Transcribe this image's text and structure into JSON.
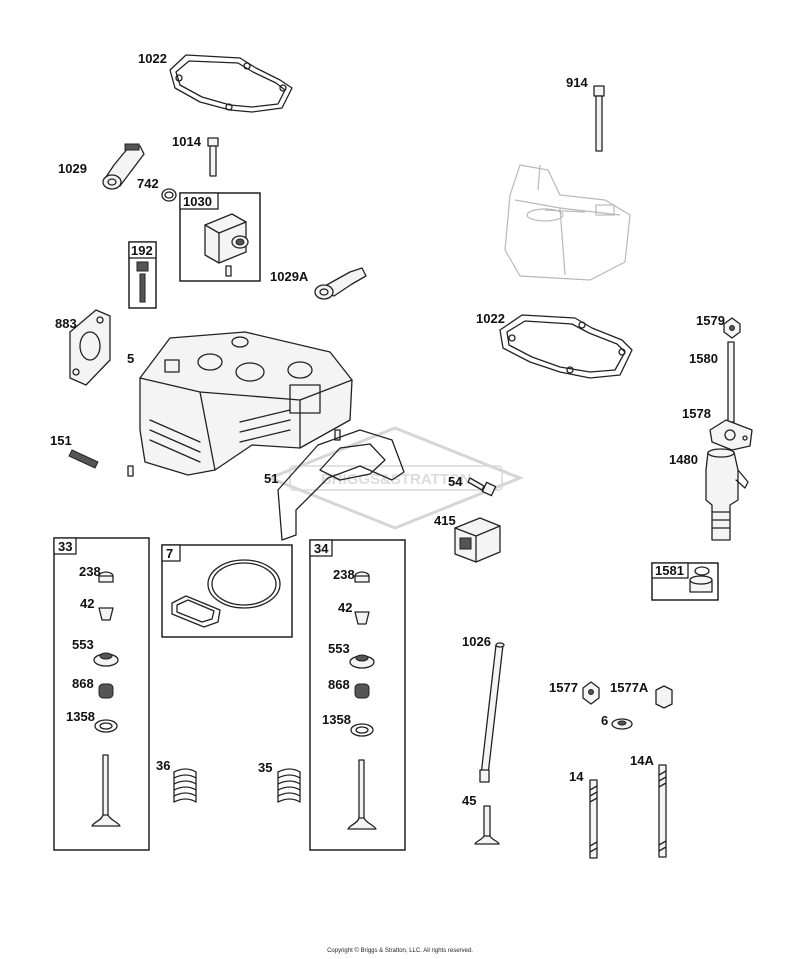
{
  "labels": {
    "p1022a": "1022",
    "p1014": "1014",
    "p1029": "1029",
    "p742": "742",
    "p1030": "1030",
    "p192": "192",
    "p1029A": "1029A",
    "p883": "883",
    "p5": "5",
    "p151": "151",
    "p51": "51",
    "p914": "914",
    "p1022b": "1022",
    "p1579": "1579",
    "p1580": "1580",
    "p1578": "1578",
    "p1480": "1480",
    "p54": "54",
    "p415": "415",
    "p1581": "1581",
    "p33": "33",
    "p7": "7",
    "p34": "34",
    "p238a": "238",
    "p42a": "42",
    "p553a": "553",
    "p868a": "868",
    "p1358a": "1358",
    "p238b": "238",
    "p42b": "42",
    "p553b": "553",
    "p868b": "868",
    "p1358b": "1358",
    "p36": "36",
    "p35": "35",
    "p1026": "1026",
    "p45": "45",
    "p1577": "1577",
    "p1577A": "1577A",
    "p6": "6",
    "p14": "14",
    "p14A": "14A"
  },
  "watermark": "BRIGGS&STRATTON",
  "copyright": "Copyright © Briggs & Stratton, LLC. All rights reserved."
}
